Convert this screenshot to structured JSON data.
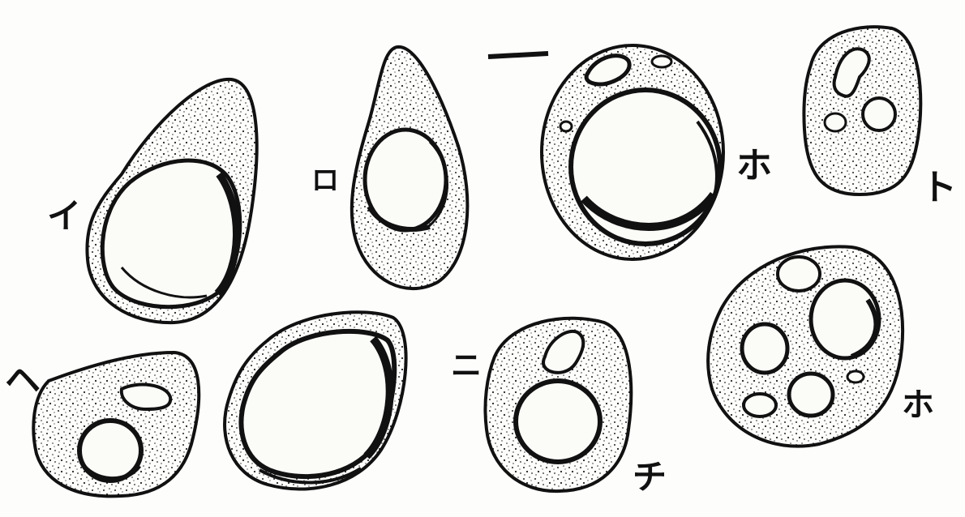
{
  "figure": {
    "labels": {
      "i": "イ",
      "ro": "ロ",
      "ha": "ホ",
      "to": "ト",
      "he": "ヘ",
      "ni": "ニ",
      "chi": "チ",
      "ha2": "ホ"
    },
    "colors": {
      "ink": "#111111",
      "paper": "#fdfdfb"
    }
  }
}
